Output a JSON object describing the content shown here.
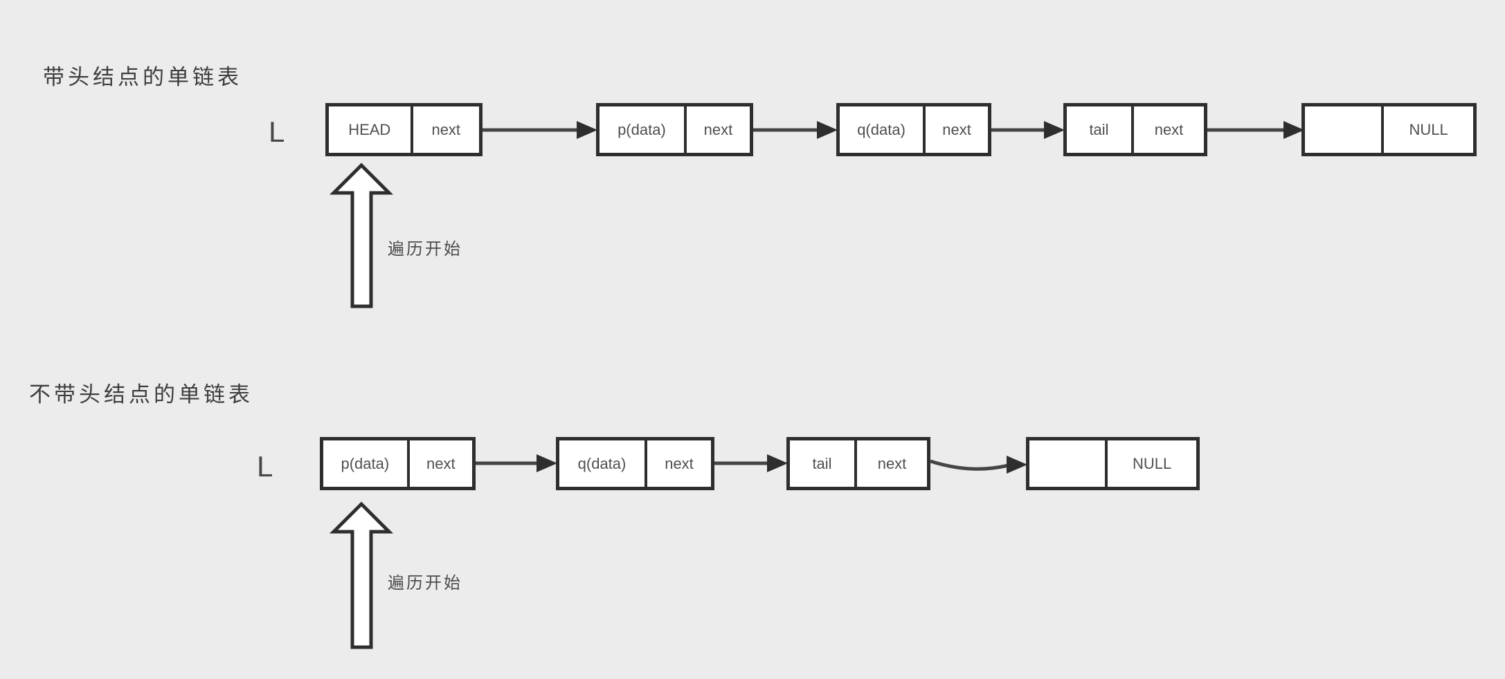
{
  "colors": {
    "background": "#ececec",
    "node_fill": "#ffffff",
    "node_border": "#2e2e2e",
    "arrow_line": "#454545",
    "arrow_head": "#2e2e2e",
    "text": "#4f4f4f"
  },
  "sections": [
    {
      "title": "带头结点的单链表",
      "pointer_label": "L",
      "traverse_label": "遍历开始",
      "nodes": [
        {
          "data": "HEAD",
          "pointer": "next"
        },
        {
          "data": "p(data)",
          "pointer": "next"
        },
        {
          "data": "q(data)",
          "pointer": "next"
        },
        {
          "data": "tail",
          "pointer": "next"
        },
        {
          "data": "",
          "pointer": "NULL"
        }
      ]
    },
    {
      "title": "不带头结点的单链表",
      "pointer_label": "L",
      "traverse_label": "遍历开始",
      "nodes": [
        {
          "data": "p(data)",
          "pointer": "next"
        },
        {
          "data": "q(data)",
          "pointer": "next"
        },
        {
          "data": "tail",
          "pointer": "next"
        },
        {
          "data": "",
          "pointer": "NULL"
        }
      ]
    }
  ]
}
